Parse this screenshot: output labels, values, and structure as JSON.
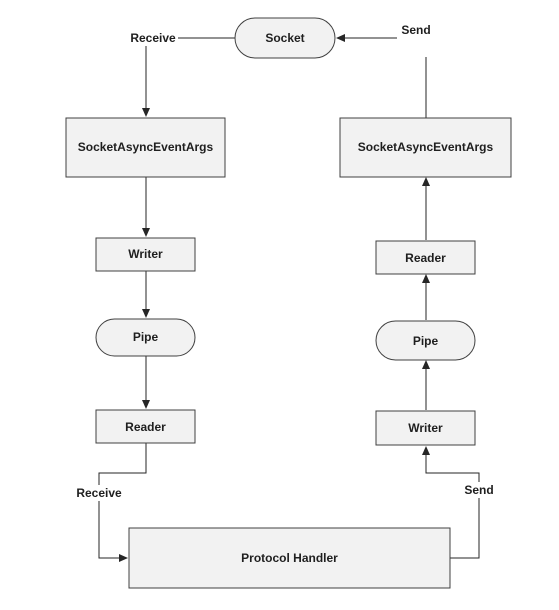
{
  "diagram": {
    "nodes": {
      "socket": "Socket",
      "saea_left": "SocketAsyncEventArgs",
      "saea_right": "SocketAsyncEventArgs",
      "writer_left": "Writer",
      "pipe_left": "Pipe",
      "reader_left": "Reader",
      "reader_right": "Reader",
      "pipe_right": "Pipe",
      "writer_right": "Writer",
      "protocol_handler": "Protocol Handler"
    },
    "edge_labels": {
      "receive_top": "Receive",
      "send_top": "Send",
      "receive_bottom": "Receive",
      "send_bottom": "Send"
    },
    "colors": {
      "node_fill": "#f2f2f2",
      "node_stroke": "#404040",
      "edge": "#262626",
      "text": "#1f1f1f"
    }
  }
}
